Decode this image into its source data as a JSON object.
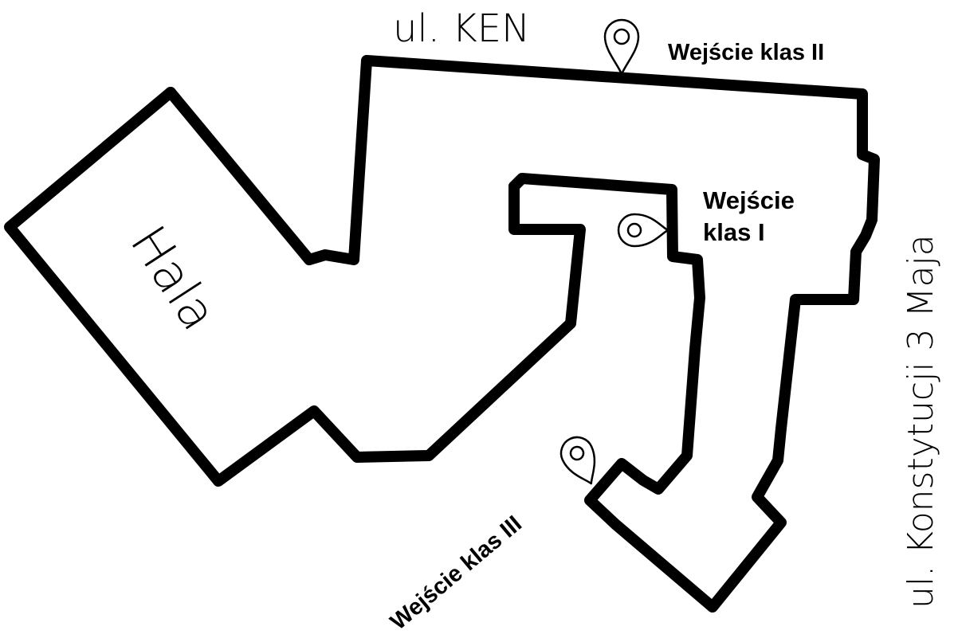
{
  "streets": {
    "north": "ul. KEN",
    "east": "ul. Konstytucji 3 Maja"
  },
  "buildings": {
    "hall": "Hala"
  },
  "entrances": {
    "class_1": {
      "line1": "Wejście",
      "line2": "klas I",
      "icon": "location-pin-icon"
    },
    "class_2": {
      "label": "Wejście klas II",
      "icon": "location-pin-icon"
    },
    "class_3": {
      "label": "Wejście klas III",
      "icon": "location-pin-icon"
    }
  },
  "colors": {
    "outline": "#000000",
    "background": "#ffffff"
  }
}
